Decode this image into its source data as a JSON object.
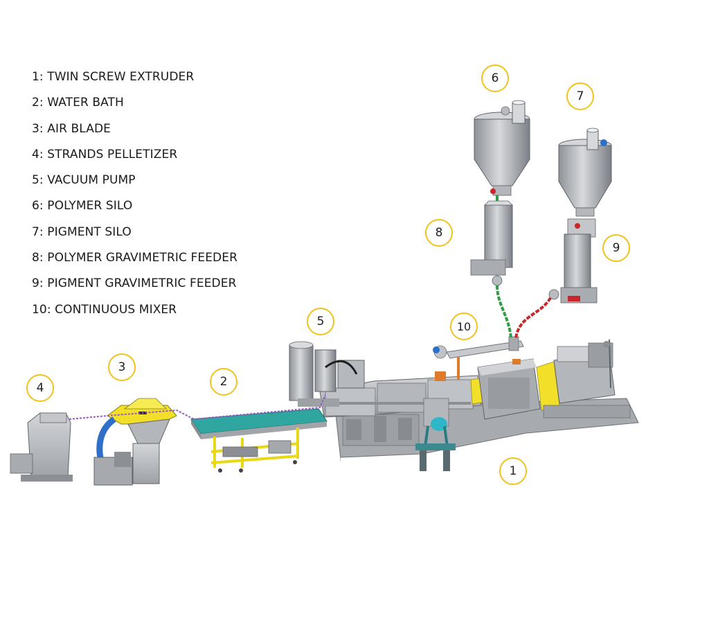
{
  "legend": {
    "items": [
      "1: TWIN SCREW EXTRUDER",
      "2: WATER BATH",
      "3: AIR BLADE",
      "4: STRANDS PELLETIZER",
      "5: VACUUM PUMP",
      "6: POLYMER SILO",
      "7: PIGMENT SILO",
      "8: POLYMER GRAVIMETRIC FEEDER",
      "9: PIGMENT GRAVIMETRIC FEEDER",
      "10: CONTINUOUS MIXER"
    ]
  },
  "markers": {
    "m1": "1",
    "m2": "2",
    "m3": "3",
    "m4": "4",
    "m5": "5",
    "m6": "6",
    "m7": "7",
    "m8": "8",
    "m9": "9",
    "m10": "10"
  },
  "colors": {
    "marker_ring": "#f2c21b",
    "machine_gray": "#b9bcc1",
    "frame_yellow": "#f4e733",
    "bath_teal": "#2fa6a0",
    "polymer_hose": "#2e9d45",
    "pigment_hose": "#c8262a",
    "strand_purple": "#9a55c9"
  }
}
